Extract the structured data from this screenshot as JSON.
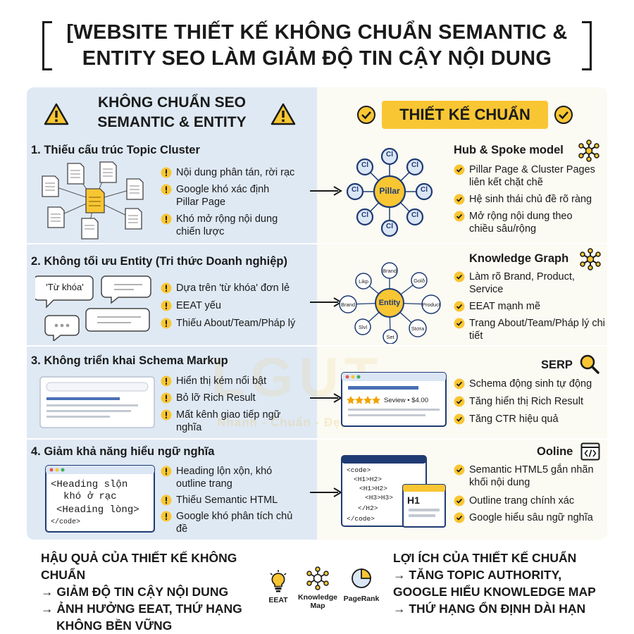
{
  "title": {
    "line1": "[WEBSITE THIẾT KẾ KHÔNG CHUẨN SEMANTIC &",
    "line2": "ENTITY SEO LÀM GIẢM ĐỘ TIN CẬY NỘI DUNG"
  },
  "left_header": {
    "line1": "KHÔNG CHUẨN SEO",
    "line2": "SEMANTIC & ENTITY"
  },
  "right_header": "THIẾT KẾ CHUẨN",
  "watermark": {
    "brand": "LGUT",
    "tagline": "Nhanh - Chuẩn - Đẹp"
  },
  "sections": [
    {
      "left_title": "1. Thiếu cấu trúc Topic Cluster",
      "left_bullets": [
        "Nội dung phân tán, rời rạc",
        "Google khó xác định Pillar Page",
        "Khó mở rộng nội dung chiến lược"
      ],
      "diagram": {
        "center": "Pillar",
        "node": "Cl"
      },
      "right_title": "Hub & Spoke model",
      "right_bullets": [
        "Pillar Page & Cluster Pages liên kết chặt chẽ",
        "Hệ sinh thái chủ đề rõ ràng",
        "Mở rộng nội dung theo chiều sâu/rộng"
      ]
    },
    {
      "left_title": "2. Không tối ưu Entity (Tri thức Doanh nghiệp)",
      "bubble_text": "'Từ khóa'",
      "left_bullets": [
        "Dựa trên 'từ khóa' đơn lẻ",
        "EEAT yếu",
        "Thiếu About/Team/Pháp lý"
      ],
      "diagram": {
        "center": "Entity",
        "nodes": [
          "Brand",
          "Golð",
          "Product",
          "Stσra",
          "Set",
          "Slvl",
          "Brand",
          "Likp"
        ]
      },
      "right_title": "Knowledge Graph",
      "right_bullets": [
        "Làm rõ Brand, Product, Service",
        "EEAT mạnh mẽ",
        "Trang About/Team/Pháp lý chi tiết"
      ]
    },
    {
      "left_title": "3. Không triển khai Schema Markup",
      "left_bullets": [
        "Hiển thị kém nổi bật",
        "Bỏ lỡ Rich Result",
        "Mất kênh giao tiếp ngữ nghĩa"
      ],
      "serp_snippet": "Seview • $4.00",
      "right_title": "SERP",
      "right_bullets": [
        "Schema động sinh tự động",
        "Tăng hiển thị Rich Result",
        "Tăng CTR hiệu quả"
      ]
    },
    {
      "left_title": "4. Giảm khả năng hiểu ngữ nghĩa",
      "code_left": [
        "<Heading slộn",
        "khó ở rạc",
        "<Heading lòng>",
        "</code>"
      ],
      "left_bullets": [
        "Heading lộn xộn, khó outline trang",
        "Thiếu Semantic HTML",
        "Google khó phân tích chủ đề"
      ],
      "code_right": [
        "<code>",
        "<H1>H2>",
        "<H1>H2>",
        "<H3>H3>",
        "</H2>",
        "</code>"
      ],
      "h1_tag": "H1",
      "right_title": "Ooline",
      "right_bullets": [
        "Semantic HTML5 gắn nhãn khối nội dung",
        "Outline trang chính xác",
        "Google hiểu sâu ngữ nghĩa"
      ]
    }
  ],
  "bottom": {
    "left": [
      "HẬU QUẢ CỦA THIẾT KẾ KHÔNG CHUẨN",
      "→ GIẢM ĐỘ TIN CẬY NỘI DUNG",
      "→ ẢNH HƯỞNG EEAT, THỨ HẠNG",
      "KHÔNG BỀN VỮNG"
    ],
    "icons": [
      {
        "label": "EEAT",
        "icon": "lightbulb-icon"
      },
      {
        "label": "Knowledge Map",
        "icon": "network-icon"
      },
      {
        "label": "PageRank",
        "icon": "pie-chart-icon"
      }
    ],
    "right": [
      "LỢI ÍCH CỦA THIẾT KẾ CHUẨN",
      "→ TĂNG TOPIC AUTHORITY,",
      "GOOGLE HIỂU KNOWLEDGE MAP",
      "→ THỨ HẠNG ỔN ĐỊNH DÀI HẠN"
    ]
  },
  "colors": {
    "yellow": "#f9c633",
    "navy": "#1f3b73",
    "node_blue": "#dbe6f5",
    "panel_left": "#dfe9f4"
  }
}
